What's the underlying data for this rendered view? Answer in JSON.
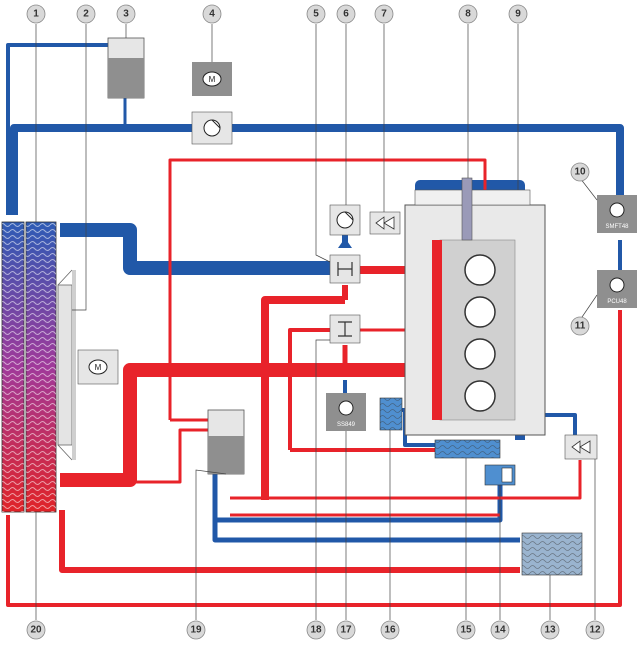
{
  "colors": {
    "cold": "#2158a8",
    "hot": "#e8232a",
    "component_gray": "#8f8f8f",
    "component_light": "#e6e6e6",
    "callout_fill": "#d9d9d9"
  },
  "callouts_top": [
    "1",
    "2",
    "3",
    "4",
    "5",
    "6",
    "7",
    "8",
    "9"
  ],
  "callouts_right": [
    "10",
    "11"
  ],
  "callouts_bottom": [
    "20",
    "19",
    "18",
    "17",
    "16",
    "15",
    "14",
    "13",
    "12"
  ],
  "component_labels": {
    "sensor_top": "SMFT48",
    "sensor_mid": "PCU48",
    "sensor_left": "SS849"
  },
  "icons": [
    "motor-icon",
    "pump-icon",
    "sensor-icon",
    "thermostat-icon",
    "valve-icon",
    "engine-cylinder-icon"
  ]
}
